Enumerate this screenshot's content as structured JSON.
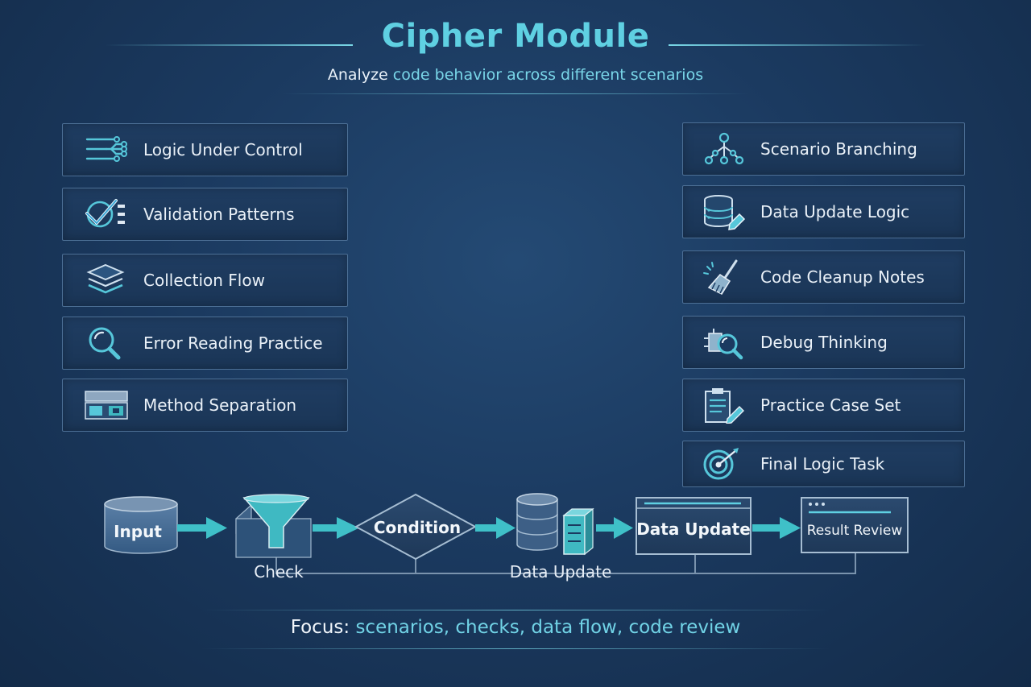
{
  "header": {
    "title": "Cipher Module",
    "subtitle_lead": "Analyze",
    "subtitle_highlight": "code behavior across different scenarios"
  },
  "left_cards": [
    {
      "label": "Logic Under Control",
      "icon": "flow-branch-icon"
    },
    {
      "label": "Validation Patterns",
      "icon": "checklist-icon"
    },
    {
      "label": "Collection Flow",
      "icon": "layers-icon"
    },
    {
      "label": "Error Reading Practice",
      "icon": "magnifier-icon"
    },
    {
      "label": "Method Separation",
      "icon": "module-blocks-icon"
    }
  ],
  "right_cards": [
    {
      "label": "Scenario Branching",
      "icon": "tree-branch-icon"
    },
    {
      "label": "Data Update Logic",
      "icon": "database-edit-icon"
    },
    {
      "label": "Code Cleanup Notes",
      "icon": "broom-icon"
    },
    {
      "label": "Debug Thinking",
      "icon": "debug-magnifier-icon"
    },
    {
      "label": "Practice Case Set",
      "icon": "clipboard-pen-icon"
    },
    {
      "label": "Final Logic Task",
      "icon": "target-icon"
    }
  ],
  "flow": {
    "nodes": {
      "input": "Input",
      "condition": "Condition",
      "data_update": "Data Update",
      "result_review": "Result Review"
    },
    "captions": {
      "check": "Check",
      "data_update": "Data Update"
    }
  },
  "footer": {
    "lead": "Focus:",
    "highlight": "scenarios, checks, data flow, code review"
  },
  "colors": {
    "accent": "#5fd0e2",
    "teal": "#3fb9c2",
    "background": "#1b3a60"
  }
}
